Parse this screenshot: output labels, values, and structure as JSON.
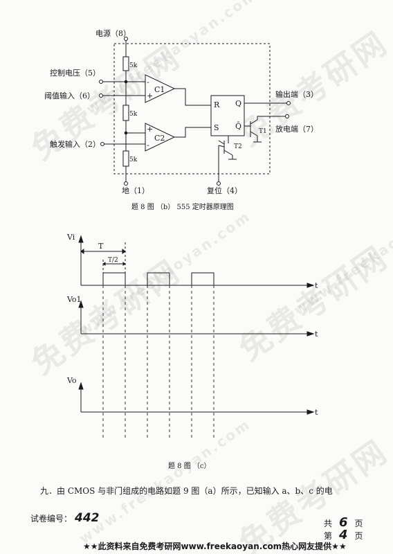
{
  "watermark": {
    "chinese": "免费考研网",
    "url": "www.freekaoyan.com"
  },
  "fig_b": {
    "caption": "题 8 图 （b） 555 定时器原理图",
    "labels": {
      "power": "电源（8）",
      "control_voltage": "控制电压（5）",
      "threshold": "阈值输入（6）",
      "trigger": "触发输入（2）",
      "output": "输出端（3）",
      "discharge": "放电端（7）",
      "ground": "地（1）",
      "reset": "复位（4）"
    },
    "resistors": [
      "5k",
      "5k",
      "5k"
    ],
    "components": {
      "c1": "C1",
      "c2": "C2",
      "r": "R",
      "s": "S",
      "q": "Q",
      "qbar": "Q̄",
      "t1": "T1",
      "t2": "T2",
      "minus": "-",
      "plus": "+"
    }
  },
  "fig_c": {
    "caption": "题 8 图 （c）",
    "axes": [
      {
        "ylabel": "Vi",
        "xlabel": "t"
      },
      {
        "ylabel": "Vo1",
        "xlabel": "t"
      },
      {
        "ylabel": "Vo",
        "xlabel": "t"
      }
    ],
    "period_label": "T",
    "half_period_label": "T/2",
    "pulse_count": 3
  },
  "question9": {
    "text": "九．由 CMOS 与非门组成的电路如题 9 图（a）所示，已知输入 a、b、c 的电"
  },
  "footer": {
    "serial_label": "试卷编号：",
    "serial_value": "442",
    "total_prefix": "共",
    "total_value": "6",
    "total_suffix": "页",
    "current_prefix": "第",
    "current_value": "4",
    "current_suffix": "页",
    "banner": "★★此资料来自免费考研网www.freekaoyan.com热心网友提供★★"
  }
}
